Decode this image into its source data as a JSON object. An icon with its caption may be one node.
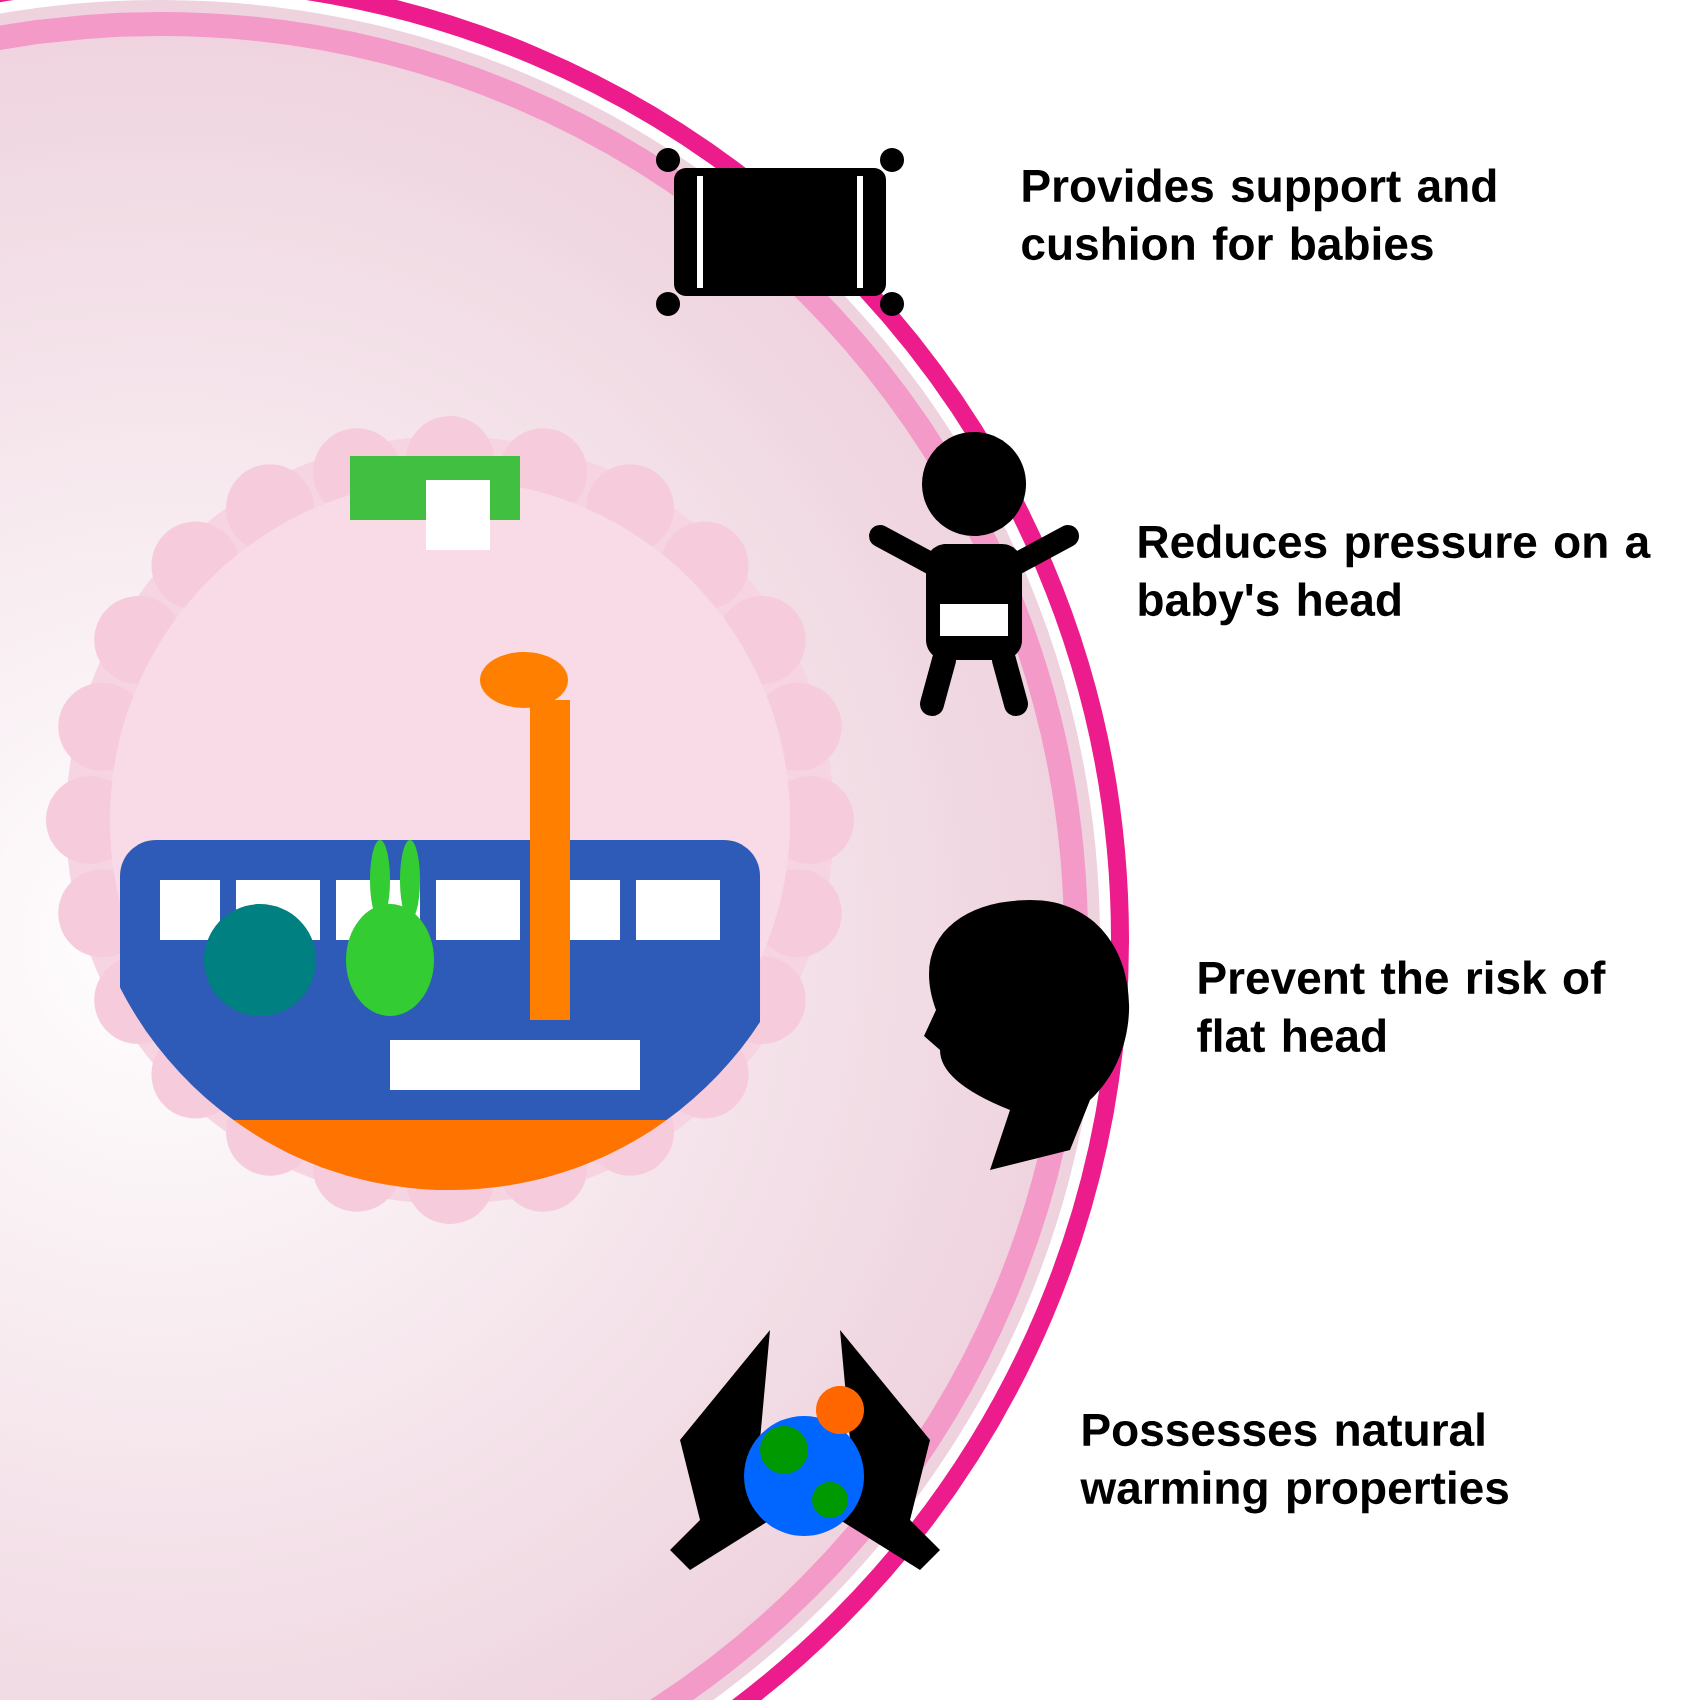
{
  "diagram": {
    "labels": [
      "Provides support and cushion for babies",
      "Reduces pressure on a baby's head",
      "Prevent the risk of flat head",
      "Possesses natural warming properties"
    ]
  }
}
